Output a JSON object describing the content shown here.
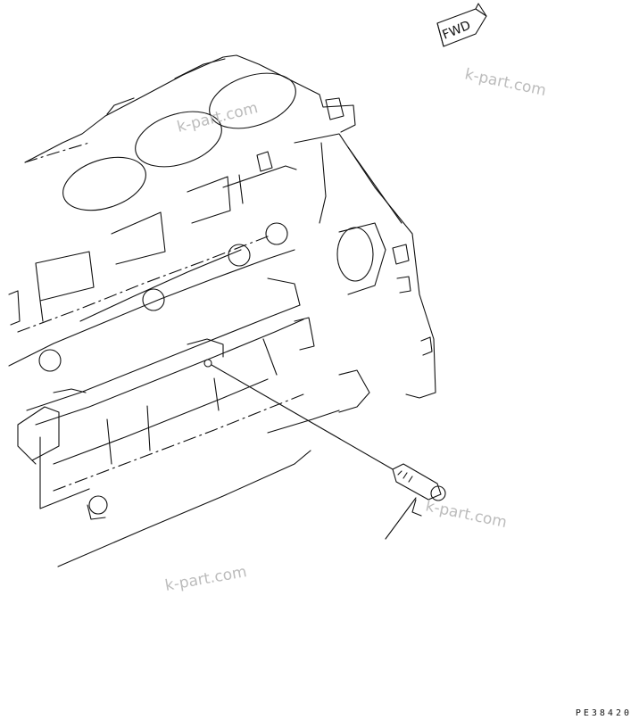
{
  "direction_arrow": {
    "label": "FWD"
  },
  "watermarks": [
    "k-part.com",
    "k-part.com",
    "k-part.com",
    "k-part.com"
  ],
  "drawing_code": "PE38420"
}
